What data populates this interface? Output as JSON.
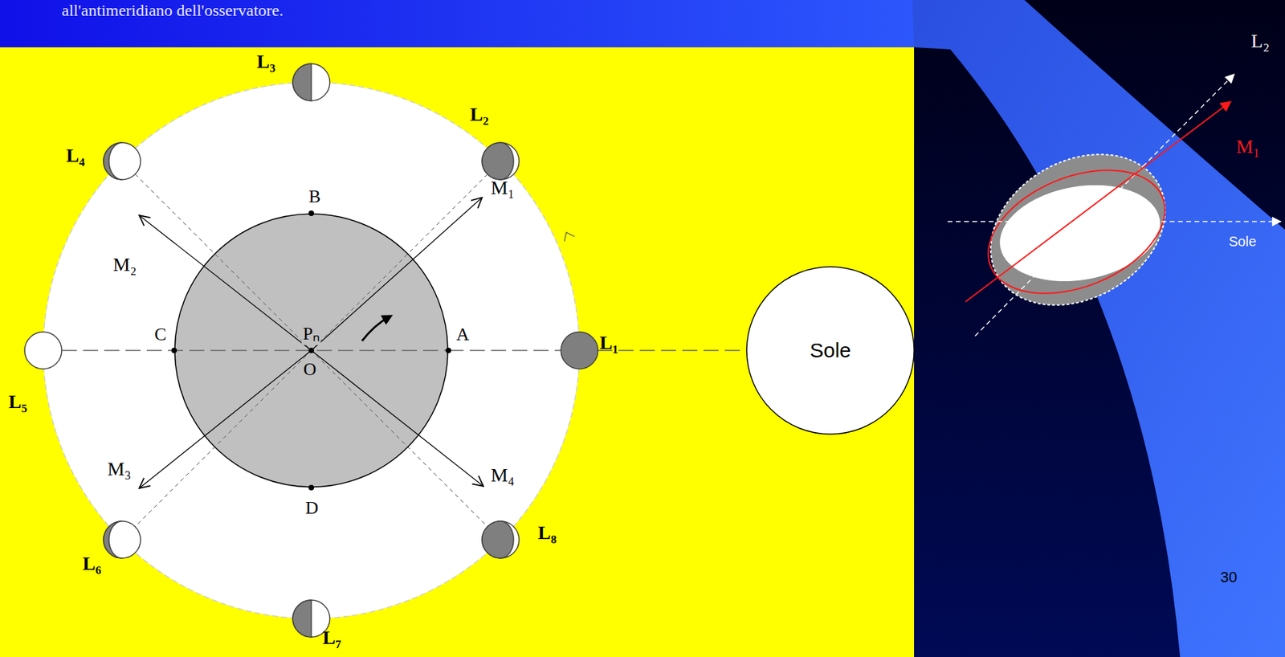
{
  "diagram": {
    "nodes": [
      {
        "text": [
          "Pₙ",
          "O"
        ]
      },
      {
        "text": [
          "Sole"
        ]
      }
    ],
    "edges": [
      {
        "from": 0,
        "to": 1,
        "arrow": "none"
      }
    ],
    "labels": [
      "all'antimeridiano dell'osservatore.",
      "L₁",
      "L₂",
      "L₃",
      "L₄",
      "L₅",
      "L₆",
      "L₇",
      "L₈",
      "M₁",
      "M₂",
      "M₃",
      "M₄",
      "A",
      "B",
      "C",
      "D",
      "L₂",
      "M₁",
      "Sole",
      "30"
    ]
  }
}
